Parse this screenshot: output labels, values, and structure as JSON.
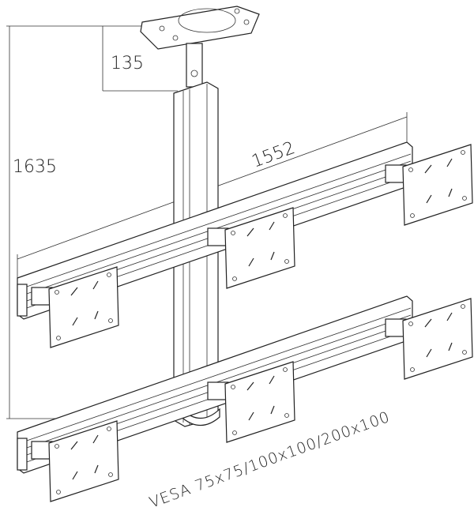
{
  "dimensions": {
    "overall_height": "1635",
    "top_offset": "135",
    "rail_width": "1552"
  },
  "vesa_label": "VESA 75x75/100x100/200x100",
  "colors": {
    "line": "#222222",
    "background": "#ffffff"
  }
}
